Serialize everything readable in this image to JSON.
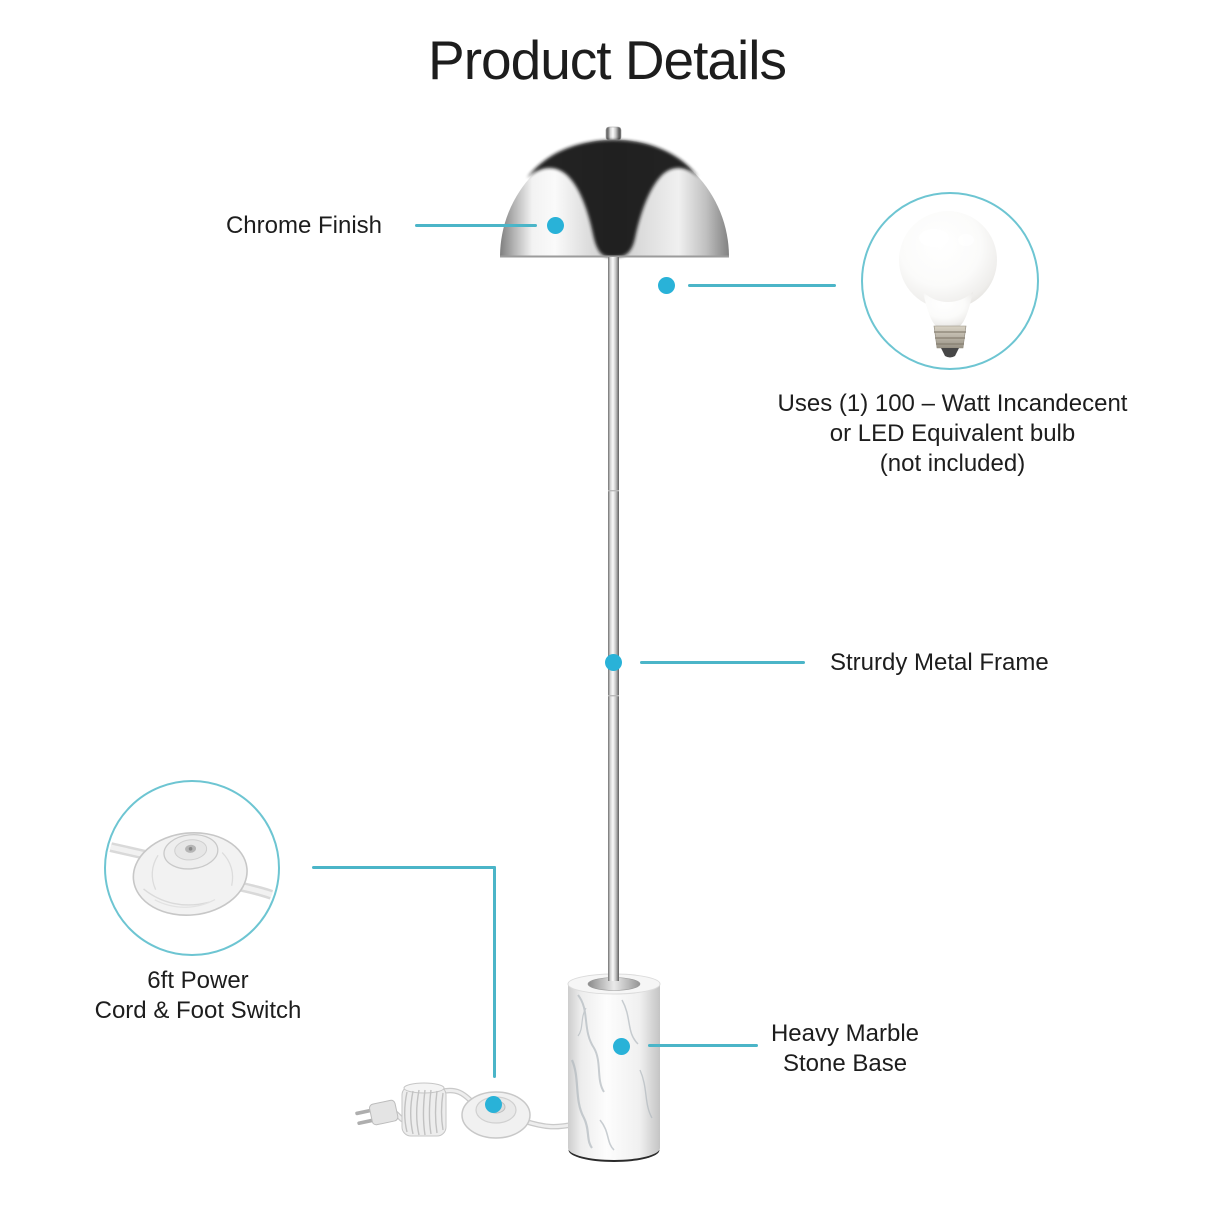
{
  "title": "Product Details",
  "colors": {
    "accent_dot": "#29b2d8",
    "accent_line": "#4bb5c8",
    "circle_border": "#6dc5d2",
    "text": "#1d1d1d",
    "background": "#ffffff"
  },
  "callouts": {
    "chrome_finish": {
      "label": "Chrome Finish"
    },
    "bulb": {
      "line1": "Uses (1) 100 – Watt Incandecent",
      "line2": "or LED Equivalent bulb",
      "line3": "(not included)"
    },
    "metal_frame": {
      "label": "Strurdy Metal Frame"
    },
    "power_cord": {
      "line1": "6ft Power",
      "line2": "Cord & Foot Switch"
    },
    "marble_base": {
      "line1": "Heavy Marble",
      "line2": "Stone Base"
    }
  },
  "insets": {
    "bulb_image": "light-bulb-photo",
    "foot_switch_image": "foot-switch-photo"
  }
}
